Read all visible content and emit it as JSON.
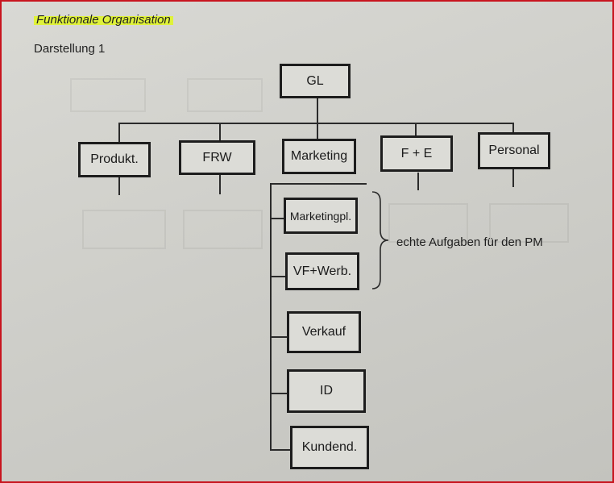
{
  "document": {
    "title": "Funktionale Organisation",
    "subtitle": "Darstellung 1"
  },
  "org_chart": {
    "root": "GL",
    "departments": [
      "Produkt.",
      "FRW",
      "Marketing",
      "F + E",
      "Personal"
    ],
    "marketing_sub_units": [
      "Marketingpl.",
      "VF+Werb.",
      "Verkauf",
      "ID",
      "Kundend."
    ],
    "brace_note": "echte Aufgaben für den PM"
  }
}
